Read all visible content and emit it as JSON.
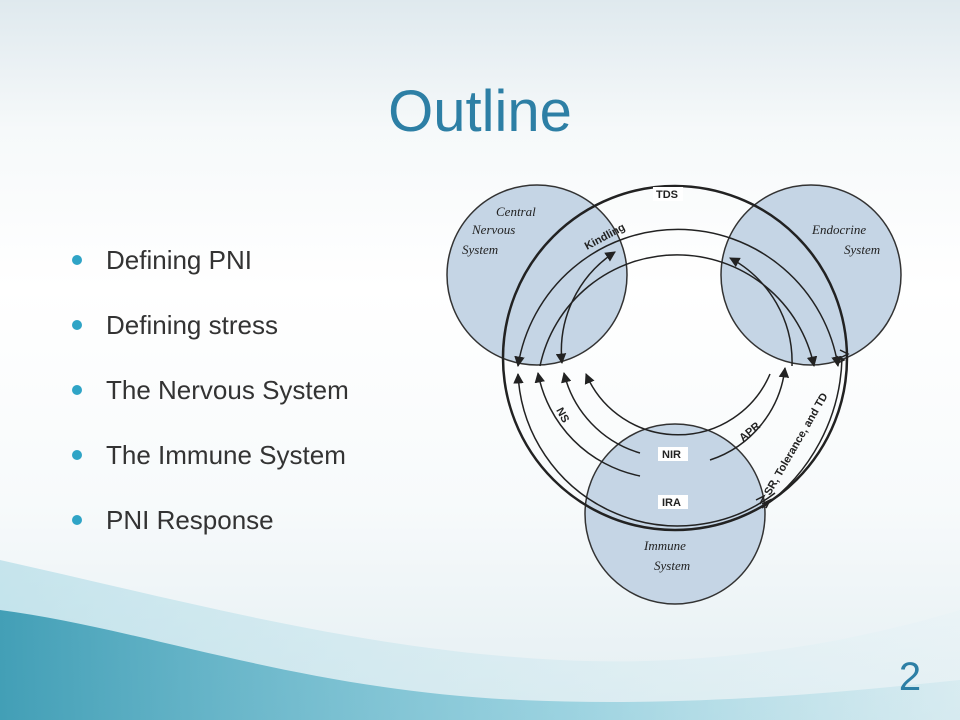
{
  "slide": {
    "title": "Outline",
    "bullets": [
      "Defining PNI",
      "Defining stress",
      "The Nervous System",
      "The Immune System",
      "PNI Response"
    ],
    "slide_number": "2",
    "accent_color": "#2d7fa5",
    "bullet_color": "#2fa4c6"
  },
  "diagram": {
    "cns_label": [
      "Central",
      "Nervous",
      "System"
    ],
    "endocrine_label": [
      "Endocrine",
      "System"
    ],
    "immune_label": [
      "Immune",
      "System"
    ],
    "arrow_labels": {
      "tds": "TDS",
      "kindling": "Kindling",
      "ns": "NS",
      "nir": "NIR",
      "apr": "APR",
      "ira": "IRA",
      "sr": "SR, Tolerance, and TD"
    },
    "circle_fill": "#c5d5e5"
  }
}
